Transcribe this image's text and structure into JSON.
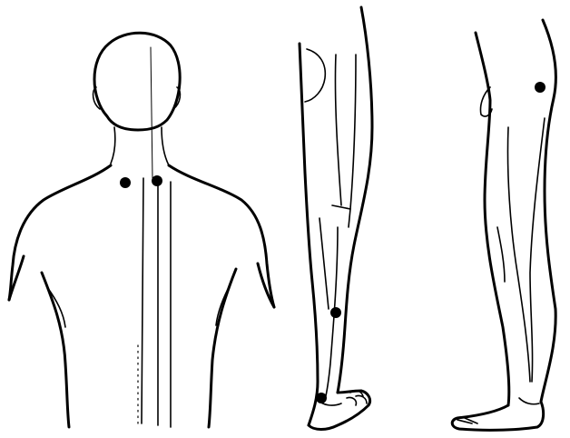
{
  "colors": {
    "background": "#ffffff",
    "ink": "#000000"
  },
  "figures": [
    {
      "id": "back-view",
      "point_count": 2
    },
    {
      "id": "leg-side-view",
      "point_count": 2
    },
    {
      "id": "body-side-view",
      "point_count": 1
    }
  ]
}
